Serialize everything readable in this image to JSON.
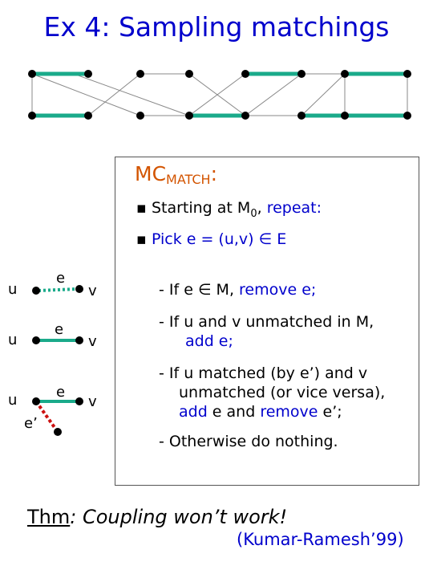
{
  "title": "Ex 4: Sampling matchings",
  "colors": {
    "title": "#0000cc",
    "matching_edge": "#1aaa8a",
    "removed_edge": "#cc1111",
    "dotted_edge": "#1aaa8a",
    "mc_title": "#d35400"
  },
  "algorithm": {
    "name_main": "MC",
    "name_sub": "MATCH",
    "name_suffix": ":",
    "line1_pre": "Starting at M",
    "line1_sub": "0",
    "line1_mid": ", ",
    "line1_post": "repeat:",
    "line2": "Pick e = (u,v) ∈ E",
    "case1_pre": "- If e ∈ M, ",
    "case1_post": "remove e;",
    "case2_line1": "- If u and v unmatched in M,",
    "case2_line2": "add e;",
    "case3_line1": "- If u matched (by e’) and v",
    "case3_line2": "unmatched (or vice versa),",
    "case3_add": "add",
    "case3_and": " e and ",
    "case3_remove": "remove",
    "case3_end": " e’;",
    "case4": "- Otherwise do nothing."
  },
  "diagrams": {
    "u": "u",
    "v": "v",
    "e": "e",
    "e_prime": "e’"
  },
  "theorem": {
    "label": "Thm",
    "colon": ":",
    "text": " Coupling won’t work!"
  },
  "citation": "(Kumar-Ramesh’99)"
}
